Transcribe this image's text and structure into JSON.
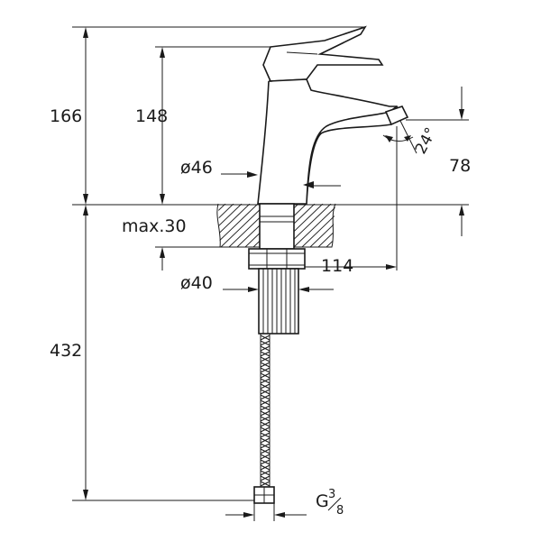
{
  "dimensions": {
    "total_height": "166",
    "spout_height": "148",
    "body_diameter": "ø46",
    "outlet_height": "78",
    "spout_angle": "24°",
    "max_counter_thickness": "max.30",
    "spout_reach": "114",
    "shank_diameter": "ø40",
    "hose_length": "432",
    "thread_main": "G",
    "thread_num": "3",
    "thread_den": "8"
  },
  "colors": {
    "line": "#1a1a1a",
    "background": "#ffffff"
  }
}
